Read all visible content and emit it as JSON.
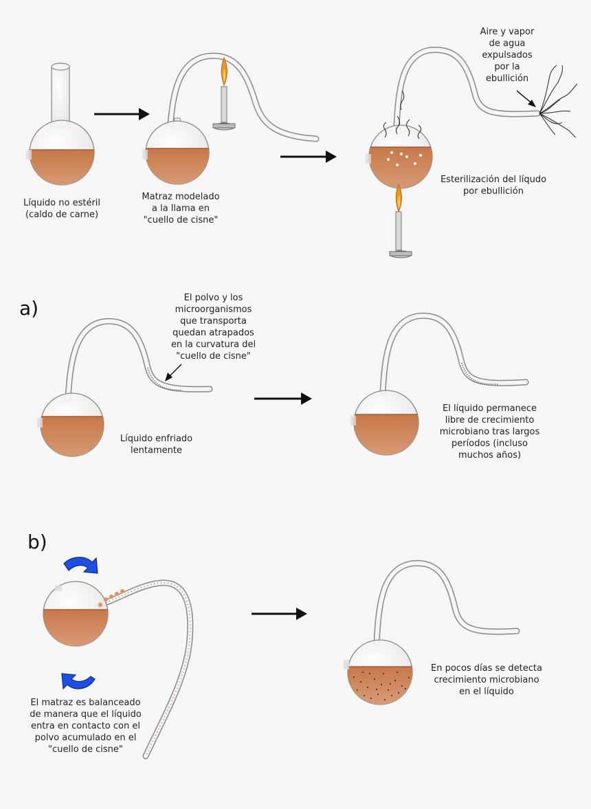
{
  "section_labels": {
    "a": "a)",
    "b": "b)"
  },
  "labels": {
    "liquido_no_esteril": "Líquido no estéril\n(caldo de carne)",
    "matraz_modelado": "Matraz modelado\na la llama en\n\"cuello de cisne\"",
    "aire_vapor": "Aire y vapor\nde agua\nexpulsados\npor la\nebullición",
    "esterilizacion": "Esterilización del líqudo\npor ebullición",
    "polvo_microorganismos": "El polvo y los\nmicroorganismos\nque transporta\nquedan atrapados\nen la curvatura del\n\"cuello de cisne\"",
    "liquido_enfriado": "Líquido enfriado\nlentamente",
    "liquido_permanece": "El líquido permanece\nlibre de crecimiento\nmicrobiano tras largos\nperíodos (incluso\nmuchos años)",
    "matraz_balanceado": "El matraz es balanceado\nde manera que el líquido\nentra en contacto con el\npolvo acumulado en el\n\"cuello de cisne\"",
    "pocos_dias": "En pocos días se detecta\ncrecimiento microbiano\nen el líquido"
  },
  "colors": {
    "broth": "#c8784a",
    "glass": "#9a9a9a",
    "rotate_arrow": "#1f4fe0",
    "arrow": "#111111",
    "flame": "#e8962a"
  }
}
